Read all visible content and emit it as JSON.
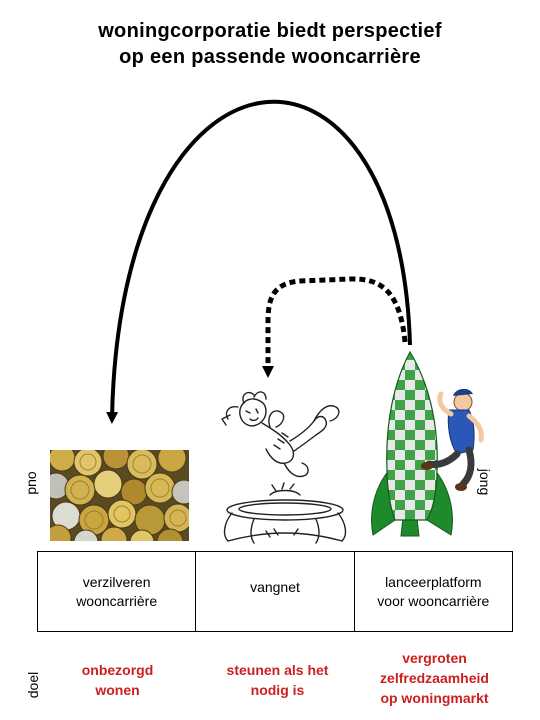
{
  "title": {
    "line1": "woningcorporatie biedt perspectief",
    "line2": "op een passende wooncarrière"
  },
  "side_labels": {
    "old": "oud",
    "young": "jong",
    "goal": "doel"
  },
  "table": {
    "cells": [
      {
        "line1": "verzilveren",
        "line2": "wooncarrière"
      },
      {
        "line1": "vangnet",
        "line2": ""
      },
      {
        "line1": "lanceerplatform",
        "line2": "voor wooncarrière"
      }
    ]
  },
  "goals": [
    "onbezorgd\nwonen",
    "steunen als het\nnodig is",
    "vergroten\nzelfredzaamheid\nop woningmarkt"
  ],
  "colors": {
    "goal_text": "#cc1f1f",
    "rocket_green": "#2e9b3a",
    "rocket_light": "#e8e8e8",
    "coins_gold": "#c9a640"
  },
  "illustrations": {
    "left": "coins-image",
    "middle": "trampoline-jumper-drawing",
    "right": "rocket-with-person-image"
  }
}
